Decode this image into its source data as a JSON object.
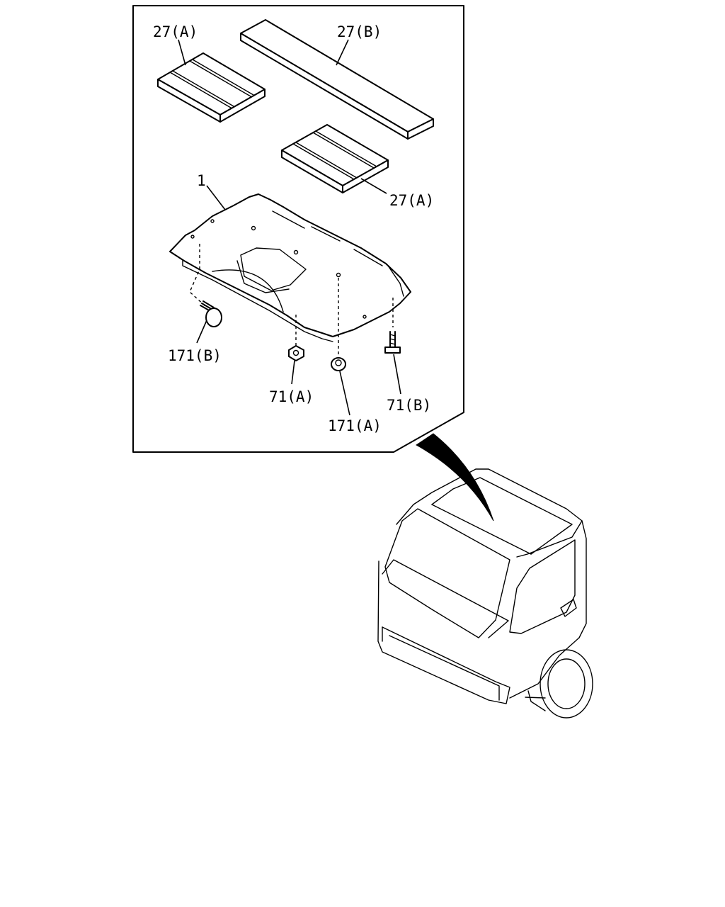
{
  "labels": {
    "pad_left_top": "27(A)",
    "strip_top": "27(B)",
    "pad_right": "27(A)",
    "headliner": "1",
    "clip_left": "171(B)",
    "nut_center": "71(A)",
    "clip_center": "171(A)",
    "screw_right": "71(B)"
  }
}
